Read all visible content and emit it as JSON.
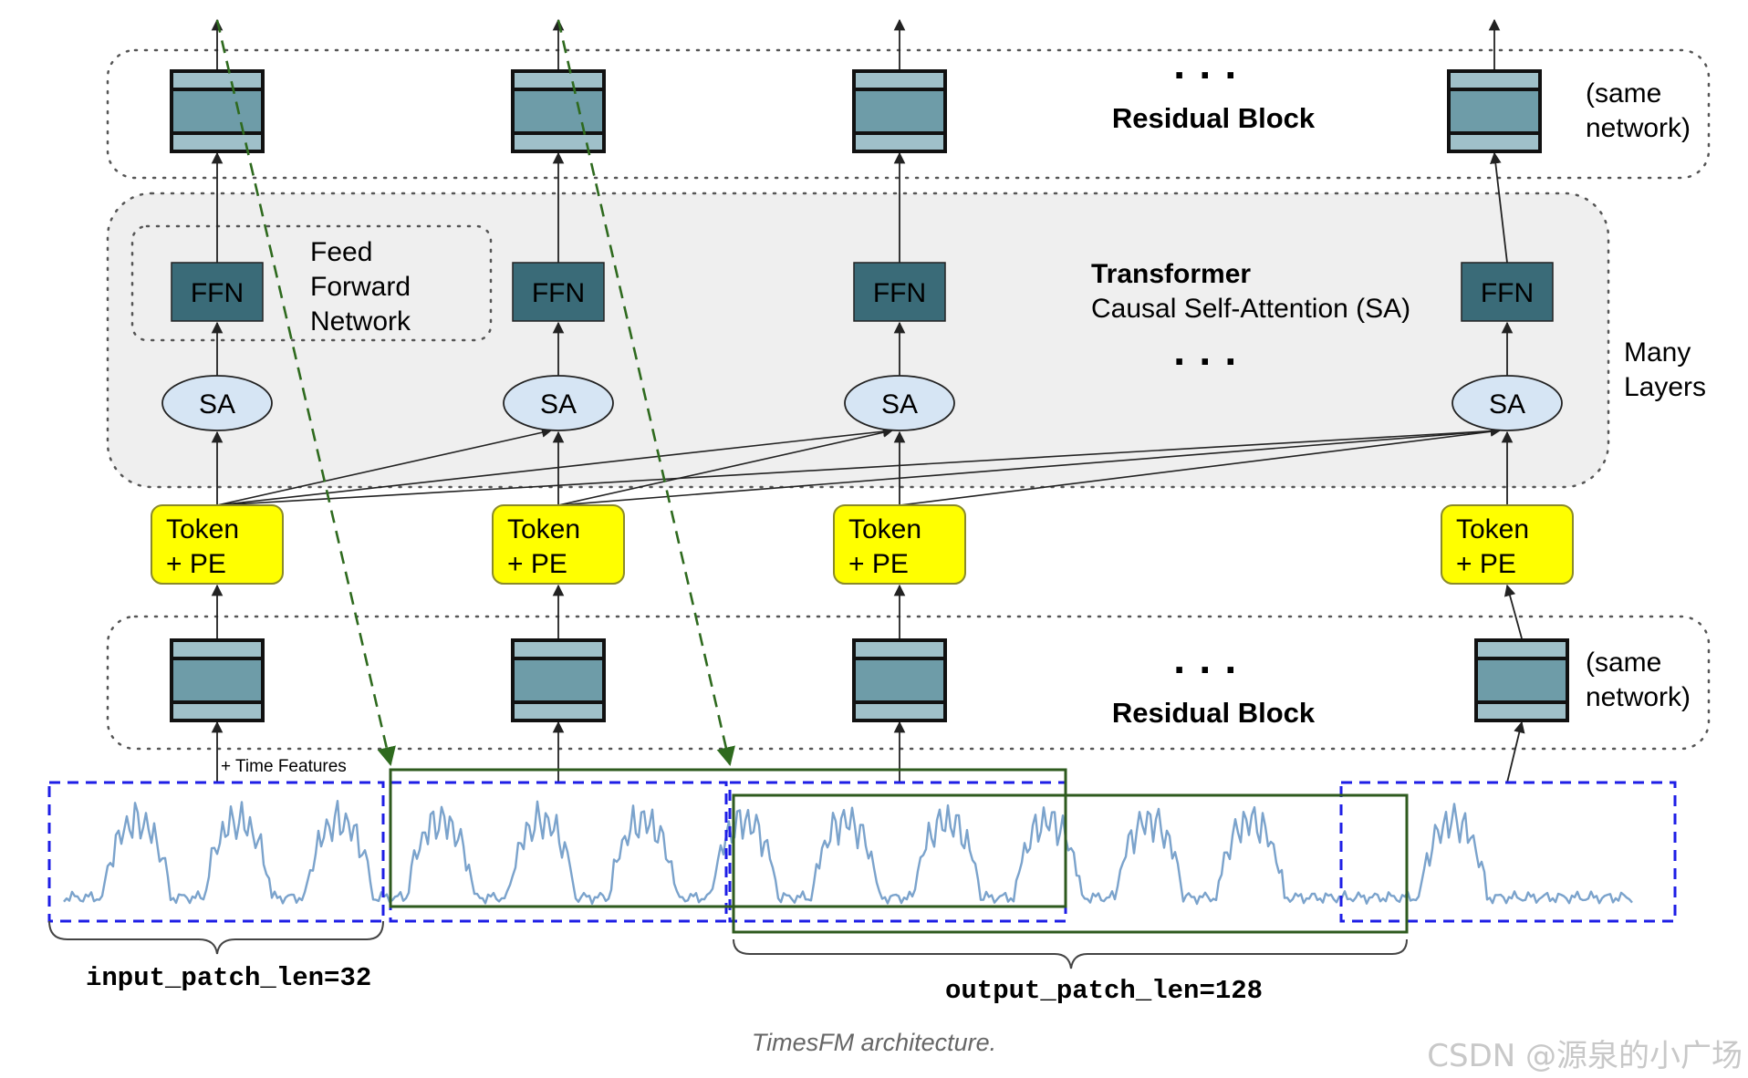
{
  "residual_block_label": "Residual Block",
  "same_network_line1": "(same",
  "same_network_line2": "network)",
  "ellipsis": "· · ·",
  "feed_forward": [
    "Feed",
    "Forward",
    "Network"
  ],
  "transformer_title": "Transformer",
  "transformer_subtitle": "Causal Self-Attention (SA)",
  "many_layers": [
    "Many",
    "Layers"
  ],
  "ffn_label": "FFN",
  "sa_label": "SA",
  "token_line1": "Token",
  "token_line2": "+ PE",
  "time_features": "+ Time Features",
  "input_patch_label": "input_patch_len=32",
  "output_patch_label": "output_patch_len=128",
  "caption": "TimesFM architecture.",
  "watermark": "CSDN @源泉的小广场",
  "colors": {
    "block_fill": "#6e9ca8",
    "block_band": "#9fc0c9",
    "ffn_fill": "#3a6b78",
    "sa_fill": "#d6e5f4",
    "token_fill": "#ffff00",
    "token_stroke": "#8a8a2a",
    "layers_bg": "#efefef",
    "input_patch": "#1e1ee6",
    "output_patch": "#2e5a1e",
    "series": "#7ba3cc",
    "arrow_green": "#2e6a1e"
  }
}
